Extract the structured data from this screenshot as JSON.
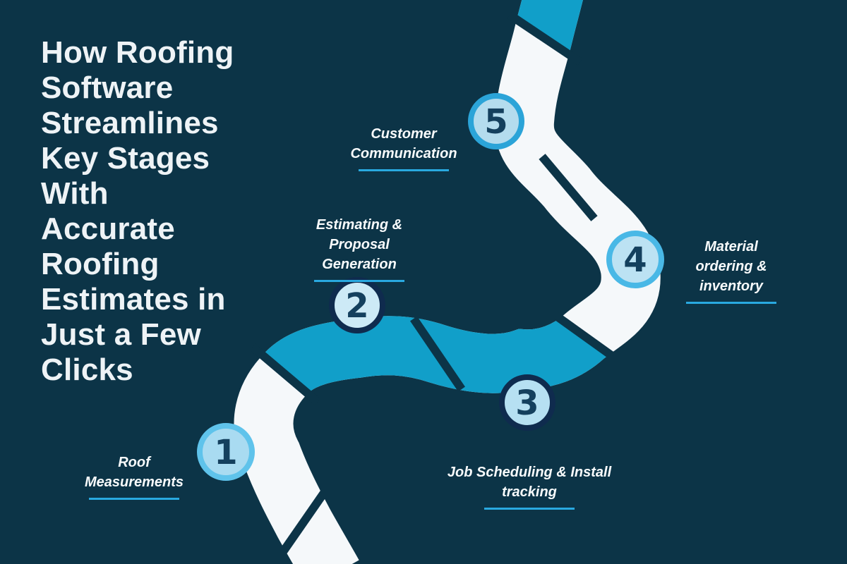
{
  "title": {
    "text": "How Roofing\nSoftware\nStreamlines\nKey Stages\nWith\nAccurate\nRoofing\nEstimates in\nJust a Few\nClicks"
  },
  "stages": [
    {
      "number": "1",
      "label": "Roof\nMeasurements"
    },
    {
      "number": "2",
      "label": "Estimating &\nProposal\nGeneration"
    },
    {
      "number": "3",
      "label": "Job Scheduling & Install\ntracking"
    },
    {
      "number": "4",
      "label": "Material\nordering &\ninventory"
    },
    {
      "number": "5",
      "label": "Customer\nCommunication"
    }
  ],
  "colors": {
    "background": "#0c3447",
    "road_white": "#f5f8fa",
    "road_teal": "#119fc9",
    "circle_fill_1": "#a9dbf1",
    "circle_fill_2": "#cdeaf6",
    "circle_fill_3": "#b6e0f2",
    "circle_fill_4": "#bce2f3",
    "circle_fill_5": "#b4dcee",
    "circle_border_1": "#5fc3eb",
    "circle_border_2": "#0f2b4e",
    "circle_border_3": "#0f2b4e",
    "circle_border_4": "#49b8e6",
    "circle_border_5": "#2ba4d8",
    "number_text": "#14405e",
    "title_text": "#eef3f6",
    "label_text": "#f8fbfc",
    "underline": "#29a9e0"
  }
}
